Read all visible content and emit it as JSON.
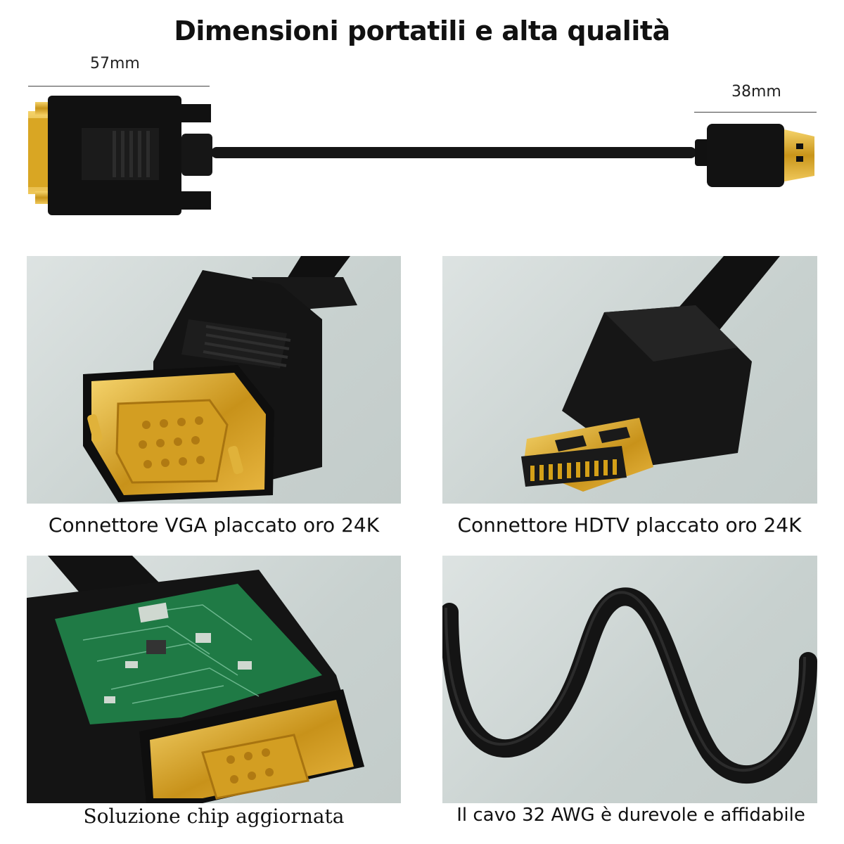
{
  "header": {
    "title": "Dimensioni portatili e alta qualità"
  },
  "dimensions": {
    "vga_length": "57mm",
    "hdmi_length": "38mm"
  },
  "panels": [
    {
      "caption": "Connettore VGA placcato oro 24K",
      "icon": "vga-connector-icon"
    },
    {
      "caption": "Connettore HDTV placcato oro 24K",
      "icon": "hdmi-connector-icon"
    },
    {
      "caption": "Soluzione chip aggiornata",
      "icon": "chip-board-icon"
    },
    {
      "caption": "Il cavo 32 AWG è durevole e affidabile",
      "icon": "coiled-cable-icon"
    }
  ],
  "colors": {
    "gold": "#d4a018",
    "connector_black": "#141414",
    "panel_bg": "#cfd6d4",
    "pcb_green": "#1f7a45"
  }
}
